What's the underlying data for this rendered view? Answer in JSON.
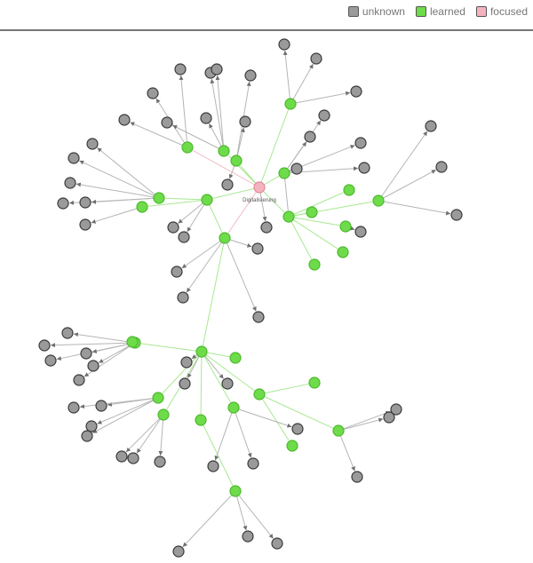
{
  "legend": {
    "items": [
      {
        "key": "unknown",
        "label": "unknown",
        "color": "#9a9a9a"
      },
      {
        "key": "learned",
        "label": "learned",
        "color": "#6edc4a"
      },
      {
        "key": "focused",
        "label": "focused",
        "color": "#f4b4bf"
      }
    ]
  },
  "colors": {
    "unknown_fill": "#9a9a9a",
    "unknown_stroke": "#3a3a3a",
    "learned_fill": "#6edc4a",
    "learned_stroke": "#4cb82c",
    "focused_fill": "#f4b4bf",
    "focused_stroke": "#e08898",
    "edge_unknown": "#b5b5b5",
    "edge_learned": "#a8e890",
    "edge_focused": "#f2bcc6"
  },
  "graph": {
    "focused_label": "Digitalisierung"
  }
}
